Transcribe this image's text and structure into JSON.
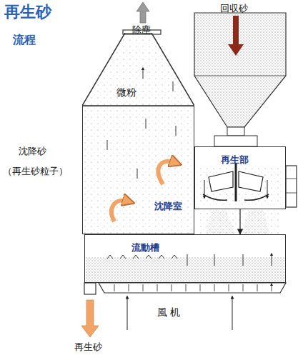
{
  "diagram": {
    "title": "再生砂",
    "nodes": [
      {
        "text": [
          "微粉"
        ]
      },
      {
        "text": [
          "沈降室"
        ]
      },
      {
        "text": [
          "再生部"
        ]
      },
      {
        "text": [
          "流動槽"
        ]
      }
    ],
    "edges": [
      {
        "from": 2,
        "to": 3,
        "arrow": "to"
      }
    ],
    "labels": [
      "流程",
      "除塵",
      "回収砂",
      "沈降砂",
      "（再生砂粒子）",
      "風 机",
      "再生砂"
    ]
  }
}
